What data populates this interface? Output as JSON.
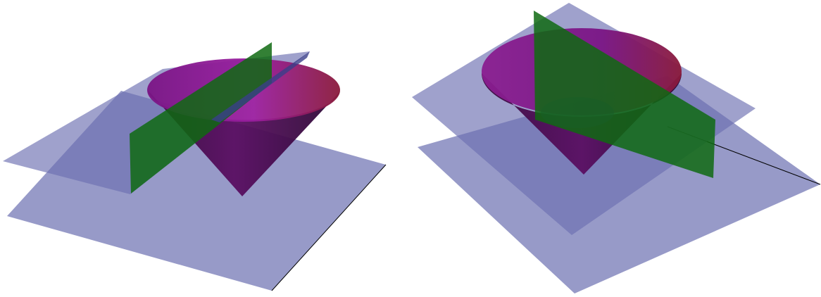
{
  "figure": {
    "description_free": true,
    "panels": [
      {
        "id": "left",
        "objects": [
          "cone",
          "horizontal-plane",
          "tilted-plane",
          "vertical-green-plane",
          "thin-cutting-plane"
        ]
      },
      {
        "id": "right",
        "objects": [
          "cone",
          "horizontal-plane",
          "tilted-plane",
          "vertical-green-plane"
        ]
      }
    ]
  },
  "colors": {
    "plane": "#6b6fb0",
    "cone_top": "#8a1a8e",
    "cone_dark": "#3c0a4e",
    "cone_mid": "#6b1070",
    "cone_red": "#8a1a3a",
    "green_plane": "#0f6a12",
    "green_dark": "#0a3a12",
    "edge": "#000000"
  }
}
